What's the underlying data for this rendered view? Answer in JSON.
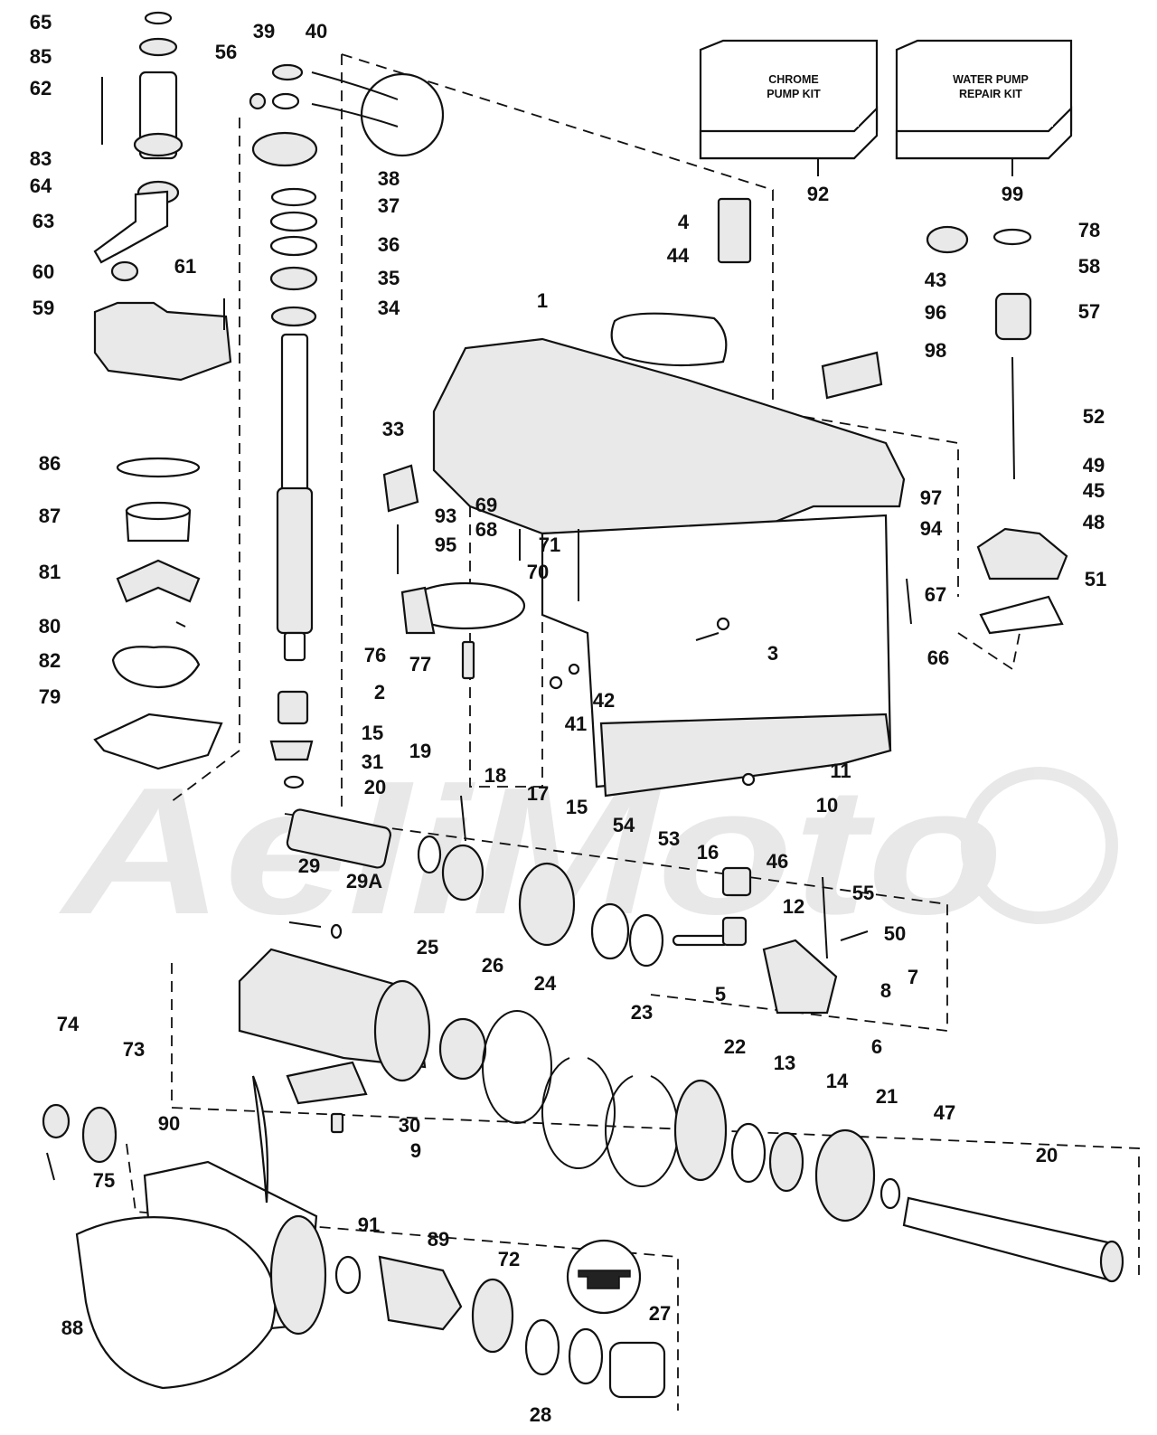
{
  "kits": {
    "chrome": {
      "line1": "CHROME",
      "line2": "PUMP KIT",
      "number": "92"
    },
    "water": {
      "line1": "WATER PUMP",
      "line2": "REPAIR KIT",
      "number": "99"
    }
  },
  "watermark": "AeliMoto",
  "callouts": [
    {
      "id": "c65",
      "text": "65"
    },
    {
      "id": "c85",
      "text": "85"
    },
    {
      "id": "c62",
      "text": "62"
    },
    {
      "id": "c83",
      "text": "83"
    },
    {
      "id": "c64",
      "text": "64"
    },
    {
      "id": "c63",
      "text": "63"
    },
    {
      "id": "c60",
      "text": "60"
    },
    {
      "id": "c61",
      "text": "61"
    },
    {
      "id": "c59",
      "text": "59"
    },
    {
      "id": "c39",
      "text": "39"
    },
    {
      "id": "c40",
      "text": "40"
    },
    {
      "id": "c56",
      "text": "56"
    },
    {
      "id": "c38",
      "text": "38"
    },
    {
      "id": "c37",
      "text": "37"
    },
    {
      "id": "c36",
      "text": "36"
    },
    {
      "id": "c35",
      "text": "35"
    },
    {
      "id": "c34",
      "text": "34"
    },
    {
      "id": "c33",
      "text": "33"
    },
    {
      "id": "c86",
      "text": "86"
    },
    {
      "id": "c87",
      "text": "87"
    },
    {
      "id": "c81",
      "text": "81"
    },
    {
      "id": "c80",
      "text": "80"
    },
    {
      "id": "c82",
      "text": "82"
    },
    {
      "id": "c79",
      "text": "79"
    },
    {
      "id": "c2",
      "text": "2"
    },
    {
      "id": "c15a",
      "text": "15"
    },
    {
      "id": "c31",
      "text": "31"
    },
    {
      "id": "c4",
      "text": "4"
    },
    {
      "id": "c44",
      "text": "44"
    },
    {
      "id": "c1",
      "text": "1"
    },
    {
      "id": "c43",
      "text": "43"
    },
    {
      "id": "c78",
      "text": "78"
    },
    {
      "id": "c58",
      "text": "58"
    },
    {
      "id": "c57",
      "text": "57"
    },
    {
      "id": "c96",
      "text": "96"
    },
    {
      "id": "c98",
      "text": "98"
    },
    {
      "id": "c52",
      "text": "52"
    },
    {
      "id": "c49",
      "text": "49"
    },
    {
      "id": "c45",
      "text": "45"
    },
    {
      "id": "c48",
      "text": "48"
    },
    {
      "id": "c97",
      "text": "97"
    },
    {
      "id": "c94",
      "text": "94"
    },
    {
      "id": "c51",
      "text": "51"
    },
    {
      "id": "c67",
      "text": "67"
    },
    {
      "id": "c66",
      "text": "66"
    },
    {
      "id": "c93",
      "text": "93"
    },
    {
      "id": "c95",
      "text": "95"
    },
    {
      "id": "c69",
      "text": "69"
    },
    {
      "id": "c68",
      "text": "68"
    },
    {
      "id": "c71",
      "text": "71"
    },
    {
      "id": "c70",
      "text": "70"
    },
    {
      "id": "c76",
      "text": "76"
    },
    {
      "id": "c77",
      "text": "77"
    },
    {
      "id": "c3",
      "text": "3"
    },
    {
      "id": "c42",
      "text": "42"
    },
    {
      "id": "c41",
      "text": "41"
    },
    {
      "id": "c11",
      "text": "11"
    },
    {
      "id": "c10",
      "text": "10"
    },
    {
      "id": "c19",
      "text": "19"
    },
    {
      "id": "c18",
      "text": "18"
    },
    {
      "id": "c20a",
      "text": "20"
    },
    {
      "id": "c17",
      "text": "17"
    },
    {
      "id": "c15b",
      "text": "15"
    },
    {
      "id": "c54",
      "text": "54"
    },
    {
      "id": "c53",
      "text": "53"
    },
    {
      "id": "c16",
      "text": "16"
    },
    {
      "id": "c46",
      "text": "46"
    },
    {
      "id": "c55",
      "text": "55"
    },
    {
      "id": "c12",
      "text": "12"
    },
    {
      "id": "c50",
      "text": "50"
    },
    {
      "id": "c7",
      "text": "7"
    },
    {
      "id": "c8",
      "text": "8"
    },
    {
      "id": "c5",
      "text": "5"
    },
    {
      "id": "c6",
      "text": "6"
    },
    {
      "id": "c29",
      "text": "29"
    },
    {
      "id": "c29A",
      "text": "29A"
    },
    {
      "id": "c25",
      "text": "25"
    },
    {
      "id": "c26",
      "text": "26"
    },
    {
      "id": "c24",
      "text": "24"
    },
    {
      "id": "c23",
      "text": "23"
    },
    {
      "id": "c22",
      "text": "22"
    },
    {
      "id": "c13",
      "text": "13"
    },
    {
      "id": "c14",
      "text": "14"
    },
    {
      "id": "c21",
      "text": "21"
    },
    {
      "id": "c47",
      "text": "47"
    },
    {
      "id": "c20b",
      "text": "20"
    },
    {
      "id": "c74",
      "text": "74"
    },
    {
      "id": "c73",
      "text": "73"
    },
    {
      "id": "c90",
      "text": "90"
    },
    {
      "id": "c75",
      "text": "75"
    },
    {
      "id": "c30",
      "text": "30"
    },
    {
      "id": "c9",
      "text": "9"
    },
    {
      "id": "c88",
      "text": "88"
    },
    {
      "id": "c91",
      "text": "91"
    },
    {
      "id": "c89",
      "text": "89"
    },
    {
      "id": "c72",
      "text": "72"
    },
    {
      "id": "c27",
      "text": "27"
    },
    {
      "id": "c28",
      "text": "28"
    }
  ]
}
